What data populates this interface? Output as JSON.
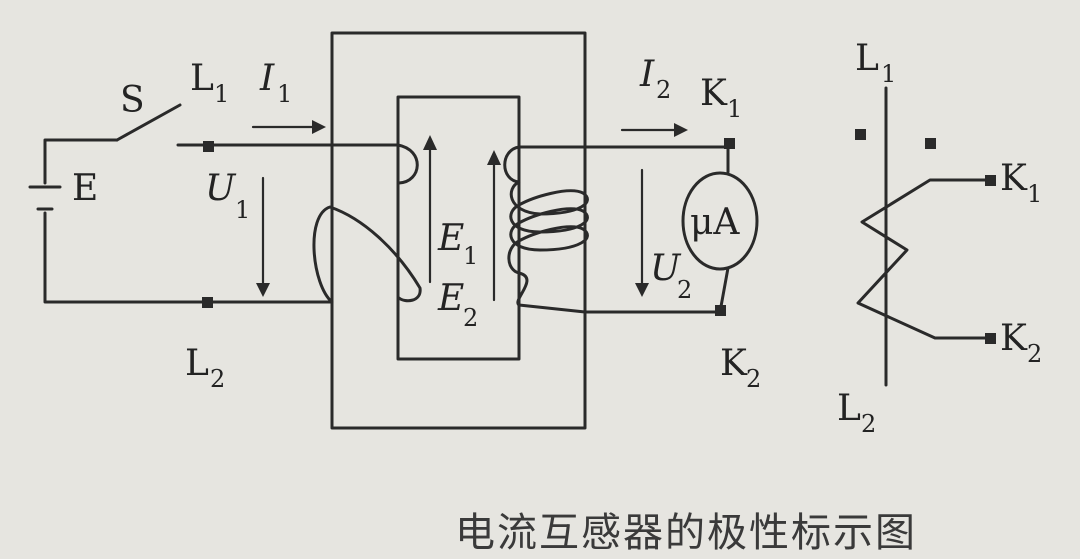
{
  "caption": "电流互感器的极性标示图",
  "labels": {
    "switch": "S",
    "source": "E",
    "L": "L",
    "K": "K",
    "I": "I",
    "U": "U",
    "Emf": "E",
    "sub1": "1",
    "sub2": "2",
    "meter": "μA"
  }
}
